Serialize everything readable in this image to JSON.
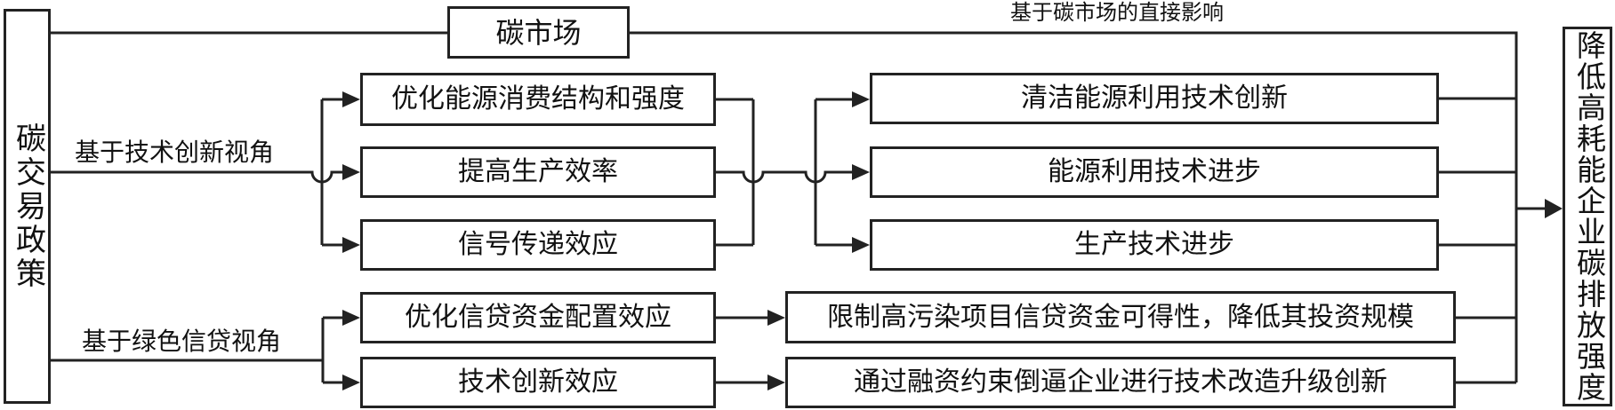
{
  "diagram": {
    "source_node": "碳交易政策",
    "market_node": "碳市场",
    "target_node": "降低高耗能企业碳排放强度",
    "path_labels": {
      "direct": "基于碳市场的直接影响",
      "tech": "基于技术创新视角",
      "credit": "基于绿色信贷视角"
    },
    "tech_effects": [
      "优化能源消费结构和强度",
      "提高生产效率",
      "信号传递效应"
    ],
    "tech_outcomes": [
      "清洁能源利用技术创新",
      "能源利用技术进步",
      "生产技术进步"
    ],
    "credit_effects": [
      "优化信贷资金配置效应",
      "技术创新效应"
    ],
    "credit_outcomes": [
      "限制高污染项目信贷资金可得性，降低其投资规模",
      "通过融资约束倒逼企业进行技术改造升级创新"
    ],
    "colors": {
      "line": "#222222",
      "box_border": "#222222",
      "box_background": "#ffffff",
      "text": "#111111"
    }
  }
}
